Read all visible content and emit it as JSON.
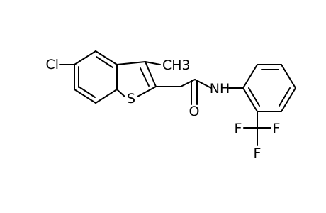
{
  "molecule": {
    "atoms": {
      "chlorine": "Cl",
      "methyl": "CH3",
      "sulfur": "S",
      "carbonyl_oxygen": "O",
      "amide_nitrogen": "NH",
      "fluorine_top_left": "F",
      "fluorine_top_right": "F",
      "fluorine_bottom": "F"
    }
  }
}
